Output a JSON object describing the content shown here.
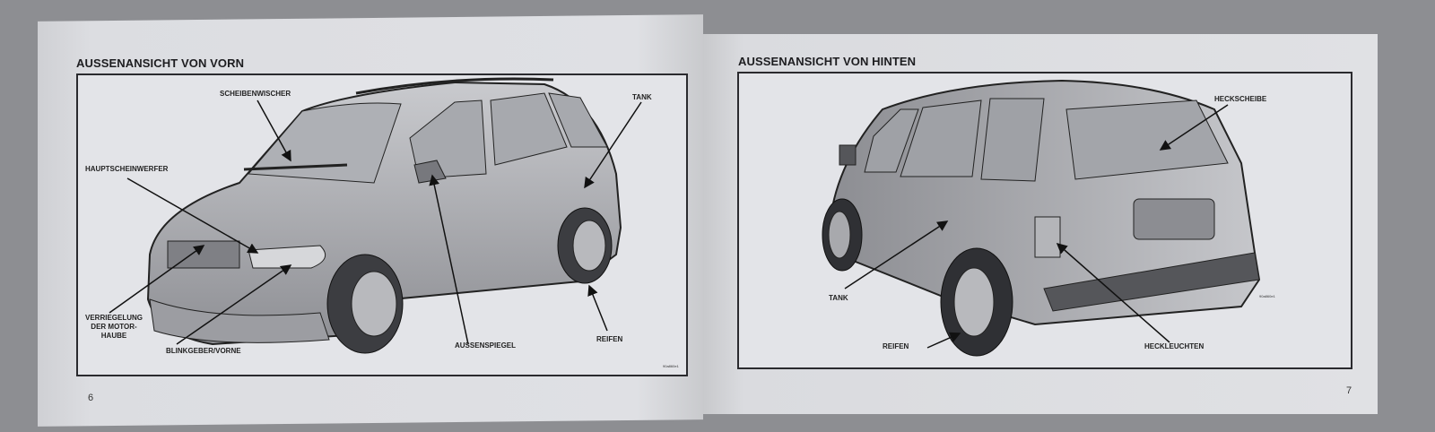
{
  "left_page": {
    "heading": "AUSSENANSICHT VON VORN",
    "labels": {
      "wiper": "SCHEIBENWISCHER",
      "headlight": "HAUPTSCHEINWERFER",
      "hood_latch": [
        "VERRIEGELUNG",
        "DER MOTOR-",
        "HAUBE"
      ],
      "turn_signal": "BLINKGEBER/VORNE",
      "mirror": "AUSSENSPIEGEL",
      "tank": "TANK",
      "tire": "REIFEN"
    },
    "figure_code": "90a860e1",
    "page_number": "6"
  },
  "right_page": {
    "heading": "AUSSENANSICHT VON HINTEN",
    "labels": {
      "rear_window": "HECKSCHEIBE",
      "tank": "TANK",
      "tire": "REIFEN",
      "tail_lights": "HECKLEUCHTEN"
    },
    "figure_code": "90a860e1",
    "page_number": "7"
  }
}
